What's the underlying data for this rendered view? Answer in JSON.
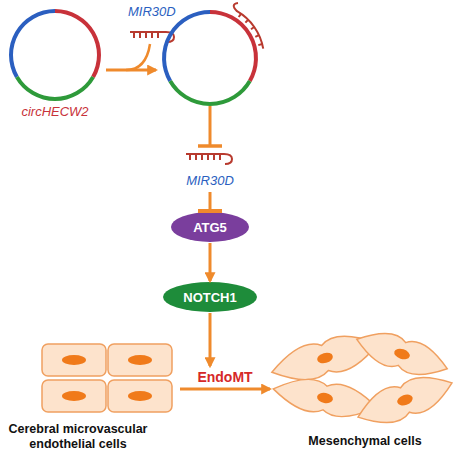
{
  "diagram": {
    "nodes": [
      {
        "text": [
          "circHECW2"
        ]
      },
      {
        "text": [
          "MIR30D"
        ]
      },
      {
        "text": [
          "ATG5"
        ]
      },
      {
        "text": [
          "NOTCH1"
        ]
      },
      {
        "text": [
          "Cerebral microvascular endothelial cells"
        ]
      },
      {
        "text": [
          "Mesenchymal cells"
        ]
      }
    ],
    "edges": [
      {
        "from": 1,
        "to": 2,
        "arrow": "to"
      },
      {
        "from": 2,
        "to": 3,
        "arrow": "to"
      },
      {
        "from": 4,
        "to": 5,
        "label": "EndoMT",
        "arrow": "to"
      }
    ],
    "labels": [
      "MIR30D"
    ]
  }
}
